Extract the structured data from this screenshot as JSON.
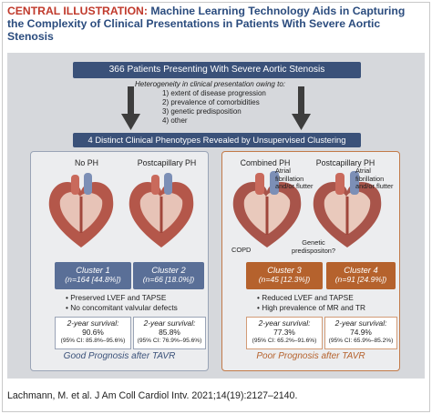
{
  "title": {
    "label": "CENTRAL ILLUSTRATION:",
    "text": "Machine Learning Technology Aids in Capturing the Complexity of Clinical Presentations in Patients With Severe Aortic Stenosis"
  },
  "top_box": {
    "header": "366 Patients Presenting With Severe Aortic Stenosis",
    "lead": "Heterogeneity in clinical presentation owing to:",
    "factors": [
      "1)  extent of disease progression",
      "2)  prevalence of comorbidities",
      "3)  genetic predisposition",
      "4)  other"
    ]
  },
  "middle_header": "4 Distinct Clinical Phenotypes Revealed by Unsupervised Clustering",
  "good_group": {
    "phenotypes": [
      "No PH",
      "Postcapillary PH"
    ],
    "clusters": [
      {
        "name": "Cluster 1",
        "count": "(n=164 [44.8%])"
      },
      {
        "name": "Cluster 2",
        "count": "(n=66 [18.0%])"
      }
    ],
    "bullets": [
      "• Preserved LVEF and TAPSE",
      "• No concomitant valvular defects"
    ],
    "survival": [
      {
        "label": "2-year survival:",
        "pct": "90.6%",
        "ci": "(95% CI: 85.8%–95.6%)"
      },
      {
        "label": "2-year survival:",
        "pct": "85.8%",
        "ci": "(95% CI: 76.9%–95.6%)"
      }
    ],
    "prognosis": "Good Prognosis after TAVR"
  },
  "poor_group": {
    "phenotypes": [
      "Combined PH",
      "Postcapillary PH"
    ],
    "annotations": {
      "af": "Atrial fibrillation and/or flutter",
      "af2": "Atrial fibrillation and/or flutter",
      "copd": "COPD",
      "genetic": "Genetic predispositon?"
    },
    "clusters": [
      {
        "name": "Cluster 3",
        "count": "(n=45 [12.3%])"
      },
      {
        "name": "Cluster 4",
        "count": "(n=91 [24.9%])"
      }
    ],
    "bullets": [
      "• Reduced LVEF and TAPSE",
      "• High prevalence of MR and TR"
    ],
    "survival": [
      {
        "label": "2-year survival:",
        "pct": "77.3%",
        "ci": "(95% CI: 65.2%–91.6%)"
      },
      {
        "label": "2-year survival:",
        "pct": "74.9%",
        "ci": "(95% CI: 65.9%–85.2%)"
      }
    ],
    "prognosis": "Poor Prognosis after TAVR"
  },
  "citation": "Lachmann, M. et al. J Am Coll Cardiol Intv. 2021;14(19):2127–2140.",
  "colors": {
    "navy": "#3a5179",
    "cluster_blue": "#5a6f97",
    "cluster_orange": "#b5622d",
    "title_red": "#c0392b",
    "panel_gray": "#d6d8dc"
  }
}
